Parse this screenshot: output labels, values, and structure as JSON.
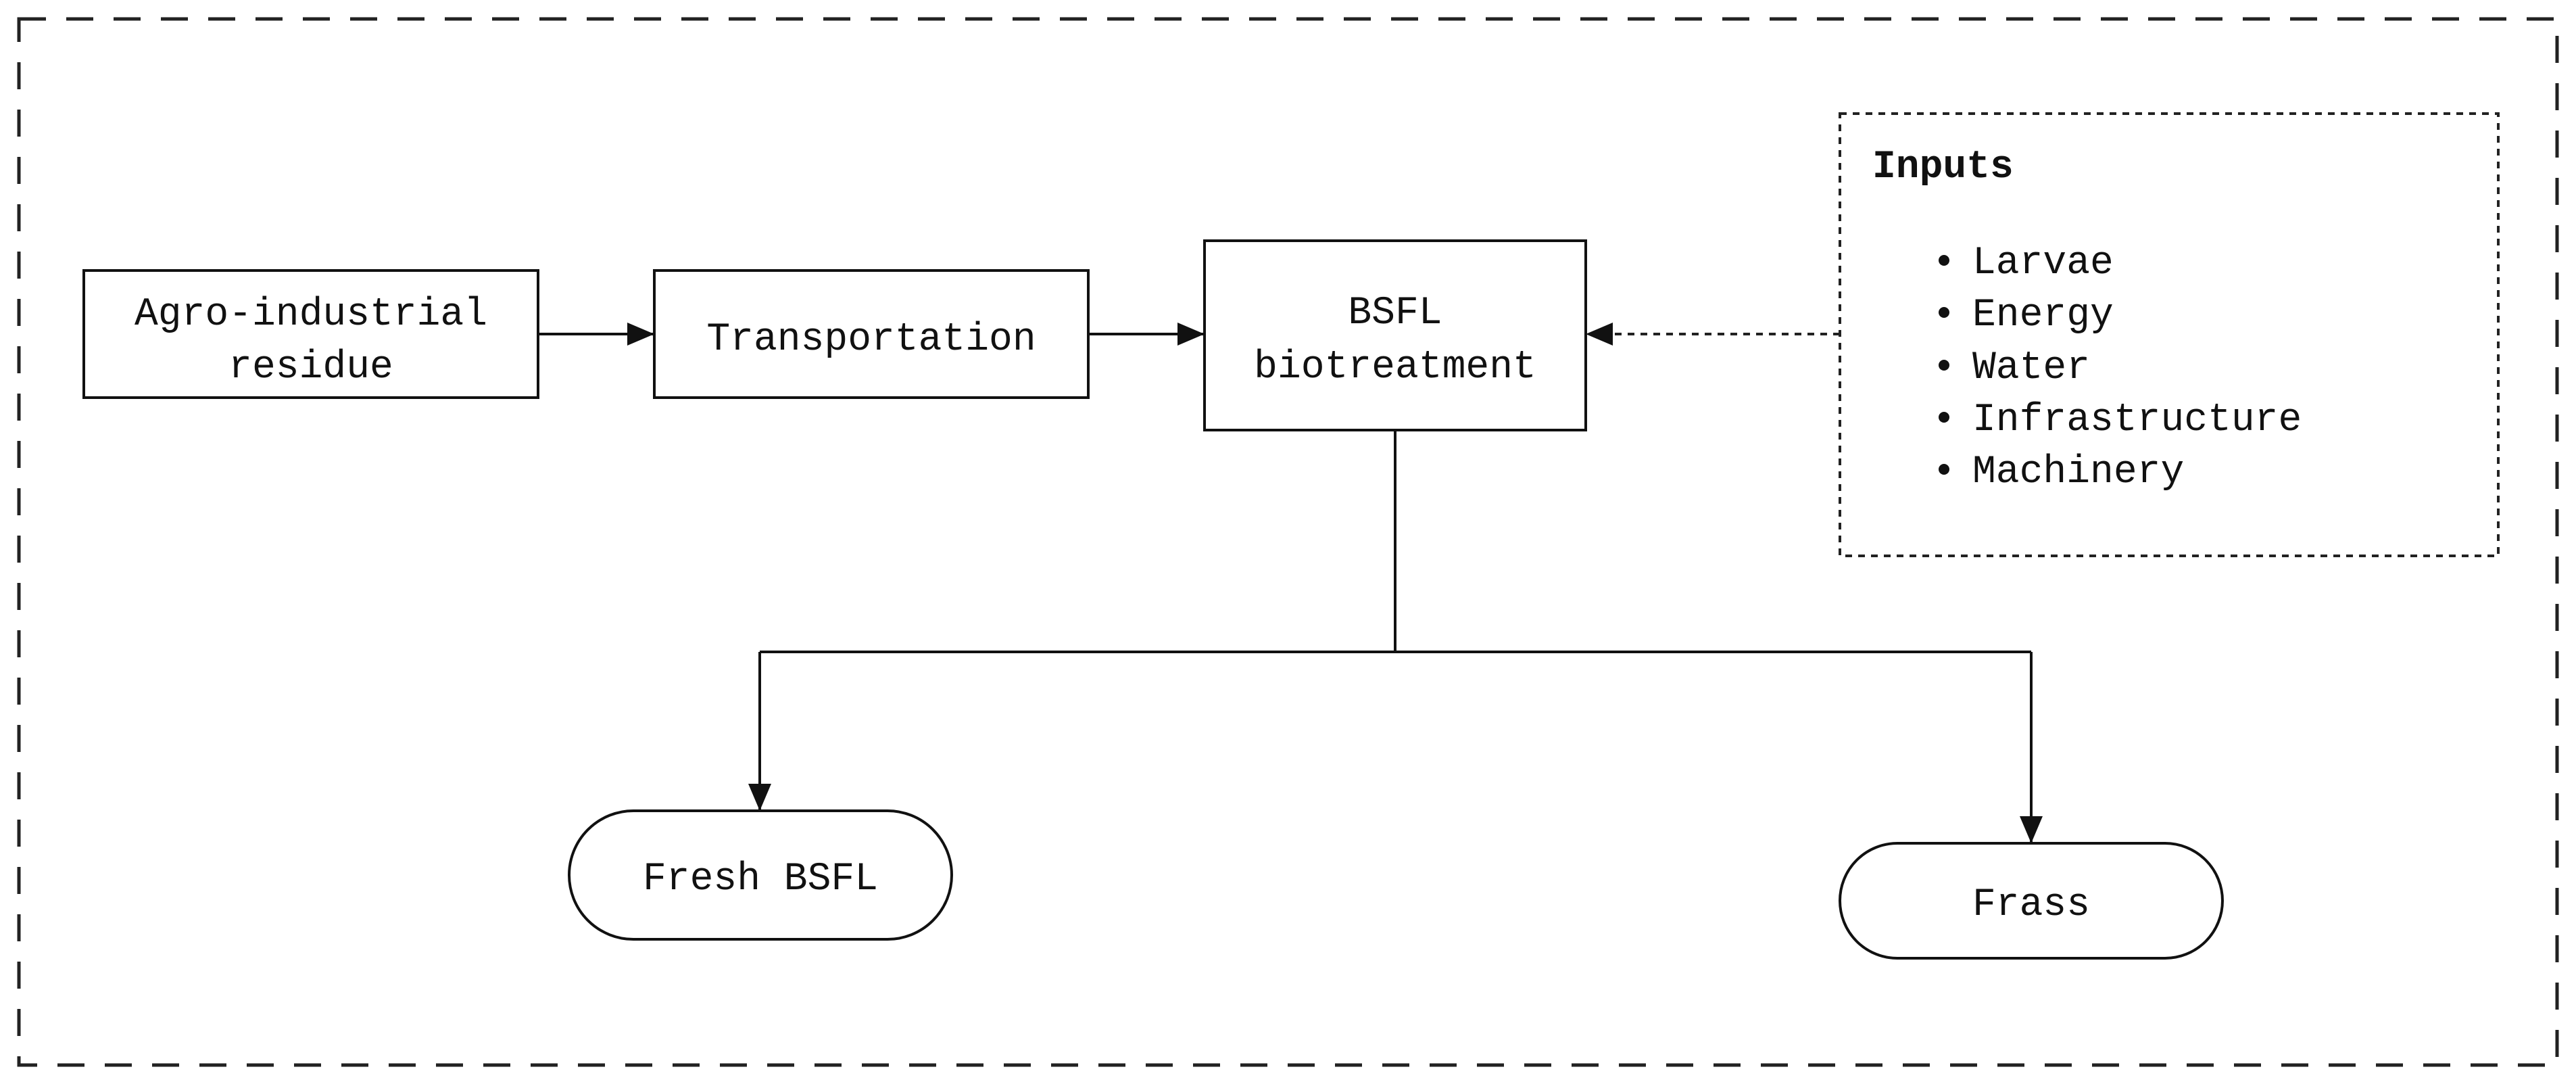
{
  "diagram": {
    "nodes": {
      "residue": {
        "line1": "Agro-industrial",
        "line2": "residue"
      },
      "transport": {
        "label": "Transportation"
      },
      "biotreatment": {
        "line1": "BSFL",
        "line2": "biotreatment"
      },
      "fresh_bsfl": {
        "label": "Fresh BSFL"
      },
      "frass": {
        "label": "Frass"
      }
    },
    "inputs": {
      "title": "Inputs",
      "items": [
        "Larvae",
        "Energy",
        "Water",
        "Infrastructure",
        "Machinery"
      ]
    }
  }
}
